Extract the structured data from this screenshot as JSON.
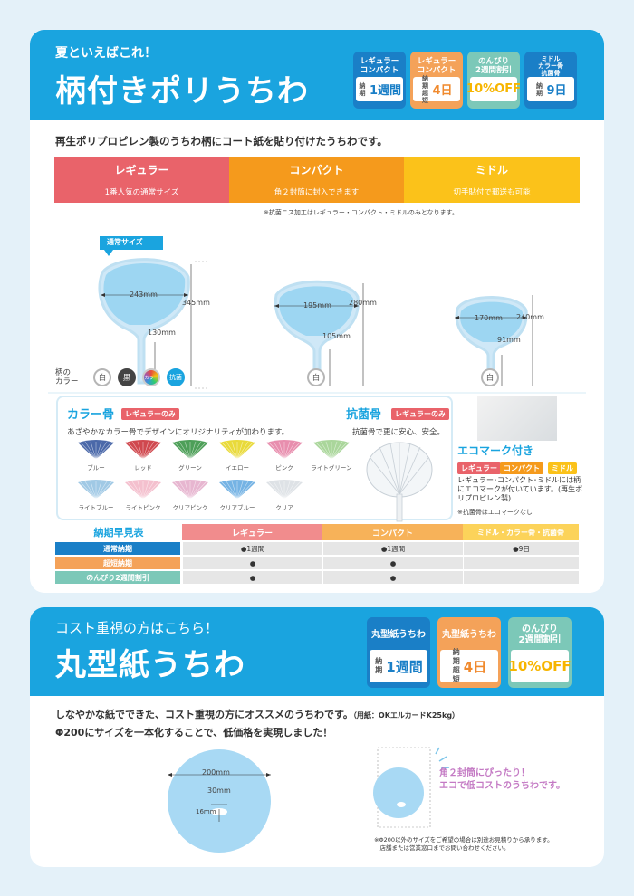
{
  "poly": {
    "subtitle": "夏といえばこれ！",
    "title": "柄付きポリうちわ",
    "badges": [
      {
        "top": "レギュラー\nコンパクト",
        "k1": "納期",
        "v": "1週間",
        "color": "#1a7fc7",
        "vcolor": "#1a7fc7"
      },
      {
        "top": "レギュラー\nコンパクト",
        "k1": "納期超短",
        "v": "4日",
        "color": "#f4a259",
        "vcolor": "#f08a2e"
      },
      {
        "top": "のんびり\n2週間割引",
        "k1": "",
        "v": "10%OFF",
        "color": "#7cc8b8",
        "vcolor": "#f7b500"
      },
      {
        "top": "ミドル\nカラー骨\n抗菌骨",
        "k1": "納期",
        "v": "9日",
        "color": "#1a7fc7",
        "vcolor": "#1a7fc7"
      }
    ],
    "intro": "再生ポリプロピレン製のうちわ柄にコート紙を貼り付けたうちわです。",
    "cols": [
      {
        "t1": "レギュラー",
        "t2": "1番人気の通常サイズ",
        "color": "#e9636a"
      },
      {
        "t1": "コンパクト",
        "t2": "角２封筒に封入できます",
        "color": "#f59a1c"
      },
      {
        "t1": "ミドル",
        "t2": "切手貼付で郵送も可能",
        "color": "#fbc21a"
      }
    ],
    "note_antibac": "※抗菌ニス加工はレギュラー・コンパクト・ミドルのみとなります。",
    "tag_normal": "通常サイズ",
    "dims": {
      "regular": {
        "w": "243mm",
        "h": "345mm",
        "g": "130mm"
      },
      "compact": {
        "w": "195mm",
        "h": "280mm",
        "g": "105mm"
      },
      "middle": {
        "w": "170mm",
        "h": "240mm",
        "g": "91mm"
      }
    },
    "handle_color_label": "柄の\nカラー",
    "handle_colors": [
      "白",
      "黒",
      "カラー",
      "抗菌"
    ],
    "white": "白",
    "color_bone": {
      "title": "カラー骨",
      "chip": "レギュラーのみ",
      "desc": "あざやかなカラー骨でデザインにオリジナリティが加わります。",
      "items": [
        {
          "label": "ブルー",
          "color": "#2a4e9a"
        },
        {
          "label": "レッド",
          "color": "#c8282f"
        },
        {
          "label": "グリーン",
          "color": "#2e8e3b"
        },
        {
          "label": "イエロー",
          "color": "#e5d417"
        },
        {
          "label": "ピンク",
          "color": "#e47aa0"
        },
        {
          "label": "ライトグリーン",
          "color": "#9bcf8a"
        },
        {
          "label": "ライトブルー",
          "color": "#8fbfe0"
        },
        {
          "label": "ライトピンク",
          "color": "#f2b5c6"
        },
        {
          "label": "クリアピンク",
          "color": "#e3a9c8"
        },
        {
          "label": "クリアブルー",
          "color": "#5da6df"
        },
        {
          "label": "クリア",
          "color": "#d8dde2"
        }
      ]
    },
    "antibac_bone": {
      "title": "抗菌骨",
      "chip": "レギュラーのみ",
      "desc": "抗菌骨で更に安心、安全。"
    },
    "eco": {
      "title": "エコマーク付き",
      "chips": [
        "レギュラー",
        "コンパクト",
        "ミドル"
      ],
      "desc": "レギュラー･コンパクト･ミドルには柄にエコマークが付いています。(再生ポリプロピレン製)",
      "note": "※抗菌骨はエコマークなし"
    },
    "schedule": {
      "title": "納期早見表",
      "headers": [
        "レギュラー",
        "コンパクト",
        "ミドル・カラー骨・抗菌骨"
      ],
      "rows": [
        {
          "label": "通常納期",
          "cells": [
            "●1週間",
            "●1週間",
            "●9日"
          ],
          "color": "#1a7fc7"
        },
        {
          "label": "超短納期",
          "cells": [
            "●",
            "●",
            ""
          ],
          "color": "#f4a259"
        },
        {
          "label": "のんびり2週間割引",
          "cells": [
            "●",
            "●",
            ""
          ],
          "color": "#7cc8b8"
        }
      ]
    }
  },
  "paper": {
    "subtitle": "コスト重視の方はこちら！",
    "title": "丸型紙うちわ",
    "badges": [
      {
        "top": "丸型紙うちわ",
        "k1": "納期",
        "v": "1週間",
        "color": "#1a7fc7",
        "vcolor": "#1a7fc7"
      },
      {
        "top": "丸型紙うちわ",
        "k1": "納期超短",
        "v": "4日",
        "color": "#f4a259",
        "vcolor": "#f08a2e"
      },
      {
        "top": "のんびり\n2週間割引",
        "k1": "",
        "v": "10%OFF",
        "color": "#7cc8b8",
        "vcolor": "#f7b500"
      }
    ],
    "intro1": "しなやかな紙でできた、コスト重視の方にオススメのうちわです。",
    "intro1_note": "（用紙：OKエルカードK25kg）",
    "intro2": "Φ200にサイズを一本化することで、低価格を実現しました！",
    "dims": {
      "w": "200mm",
      "hole": "30mm",
      "gap": "16mm"
    },
    "callout": "角２封筒にぴったり！\nエコで低コストのうちわです。",
    "note": "※Φ200以外のサイズをご希望の場合は別途お見積りから承ります。\n　店舗または営業窓口までお問い合わせください。"
  }
}
